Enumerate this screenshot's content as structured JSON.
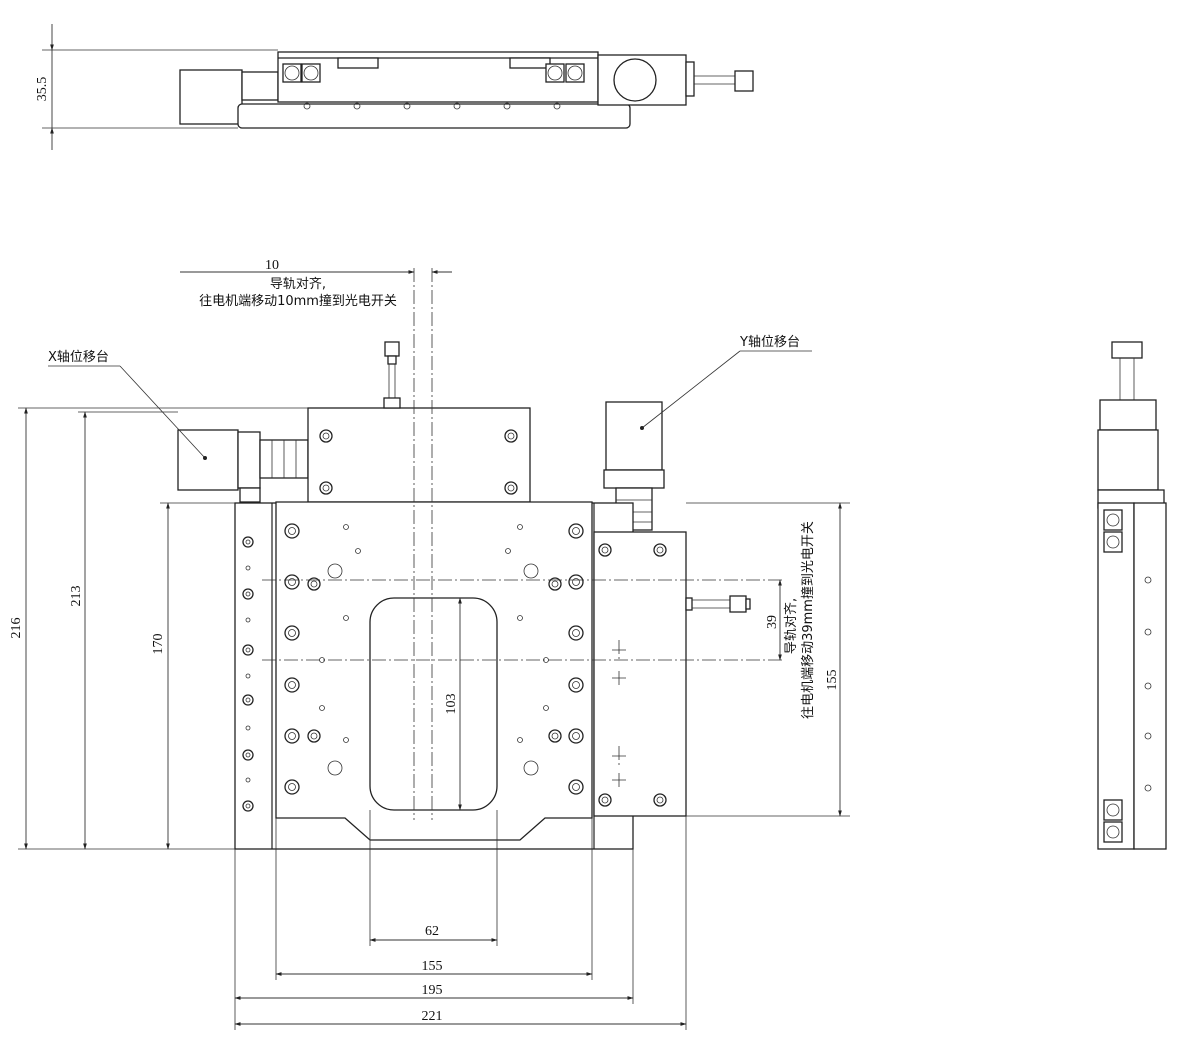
{
  "top_view": {
    "height_dim": "35.5"
  },
  "note_x": {
    "dim": "10",
    "line1": "导轨对齐,",
    "line2": "往电机端移动10mm撞到光电开关"
  },
  "note_y": {
    "dim": "39",
    "line1": "导轨对齐,",
    "line2": "往电机端移动39mm撞到光电开关"
  },
  "labels": {
    "x_stage": "X轴位移台",
    "y_stage": "Y轴位移台"
  },
  "dims": {
    "h216": "216",
    "h213": "213",
    "h170": "170",
    "h155_right": "155",
    "h103": "103",
    "w62": "62",
    "w155": "155",
    "w195": "195",
    "w221": "221"
  }
}
